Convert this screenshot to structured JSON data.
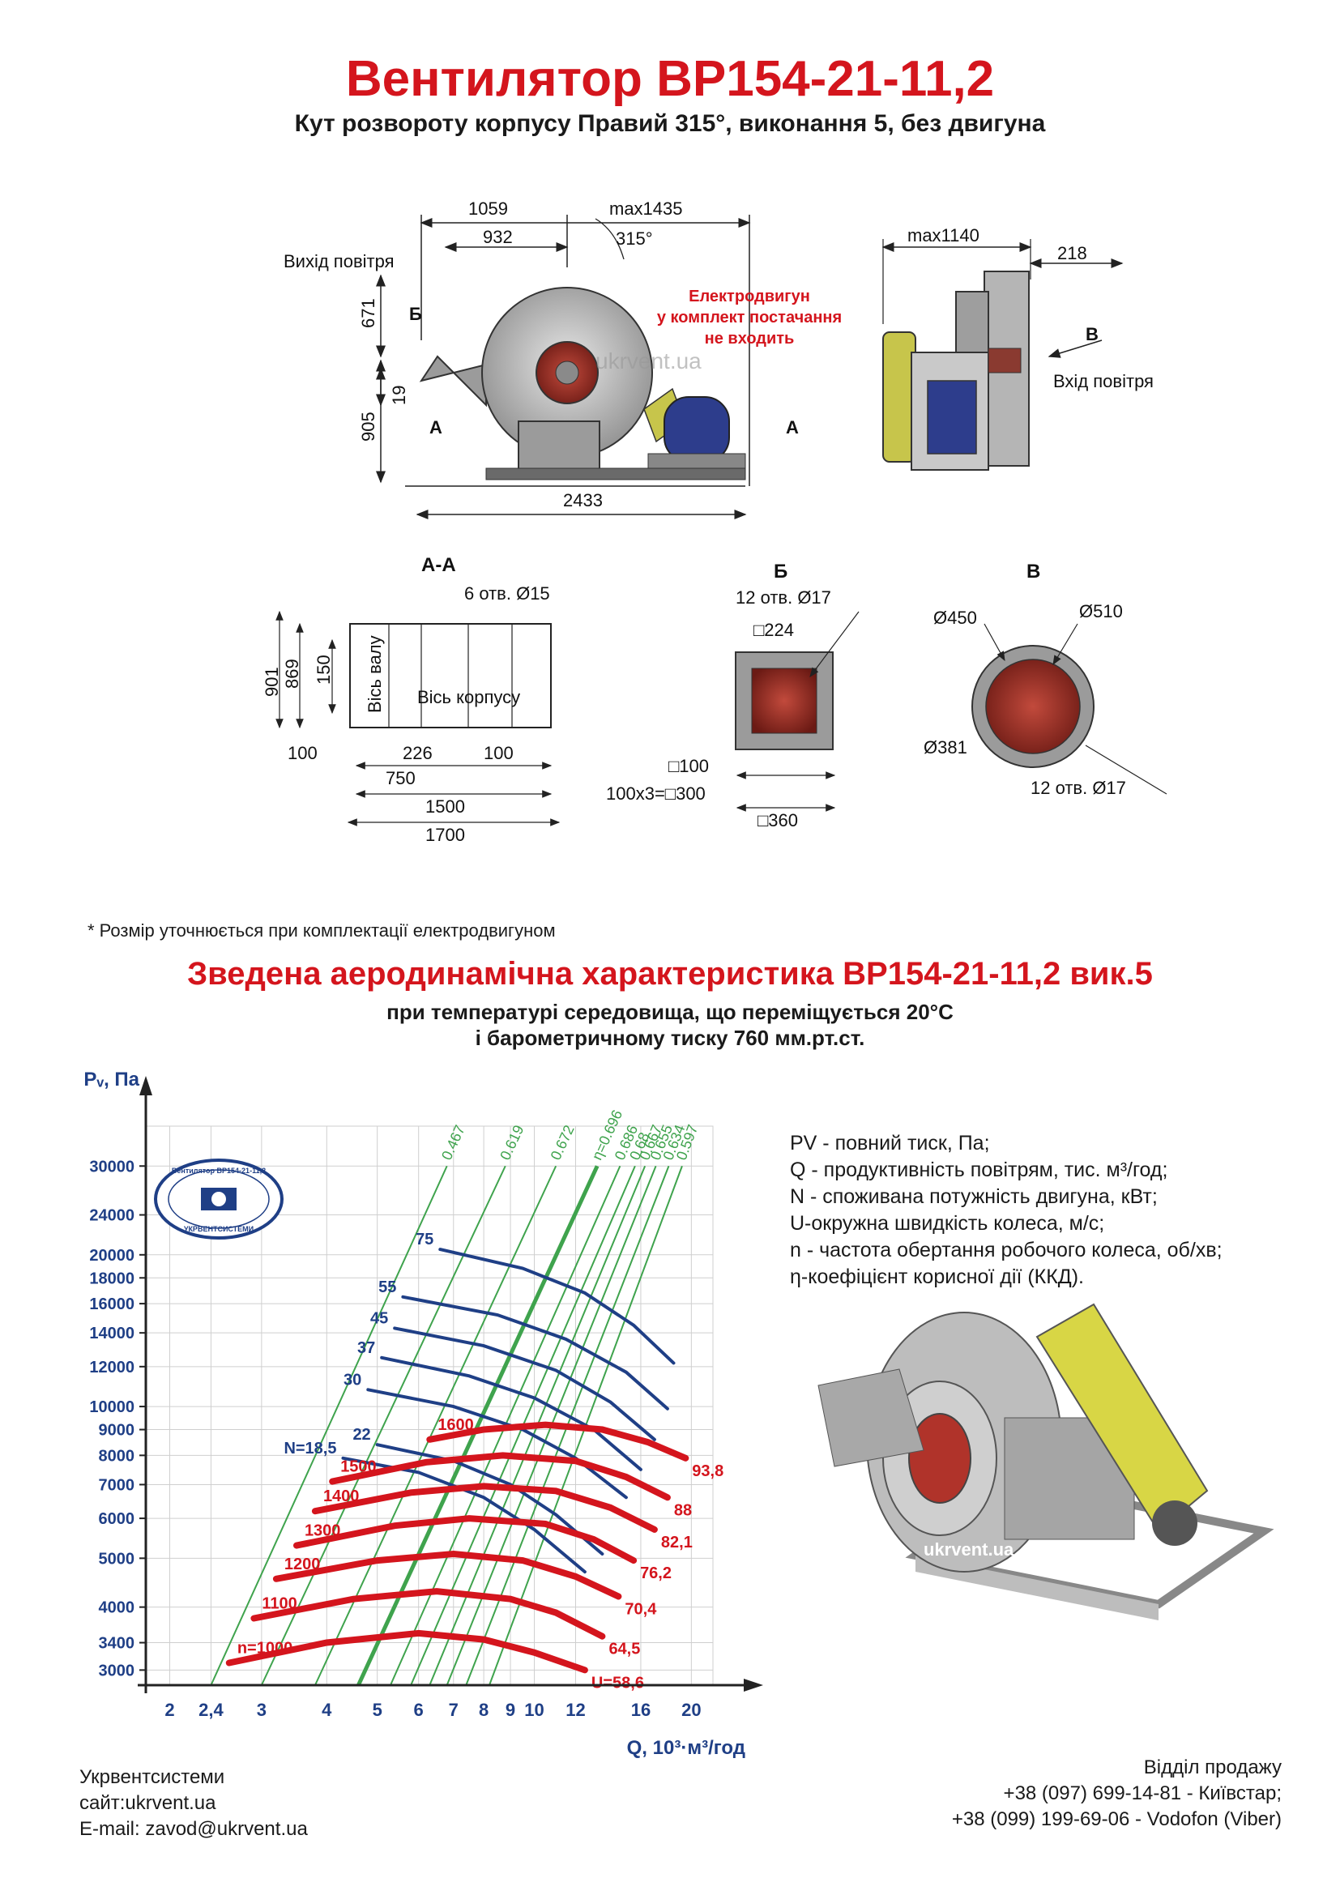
{
  "header": {
    "title": "Вентилятор ВР154-21-11,2",
    "subtitle": "Кут розвороту корпусу Правий 315°, виконання 5, без двигуна"
  },
  "drawing_main": {
    "dims": [
      "1059",
      "max1435",
      "932",
      "315°",
      "671",
      "19",
      "905",
      "2433"
    ],
    "labels": [
      "Вихід повітря",
      "Б",
      "А",
      "А"
    ],
    "motor_note": [
      "Електродвигун",
      "у комплект постачання",
      "не входить"
    ],
    "watermark": "ukrvent.ua"
  },
  "drawing_side": {
    "dims": [
      "max1140",
      "218"
    ],
    "labels": [
      "В",
      "Вхід повітря"
    ]
  },
  "section_aa": {
    "title": "А-А",
    "dims": [
      "6 отв. Ø15",
      "901",
      "869",
      "150",
      "100",
      "226",
      "100",
      "750",
      "1500",
      "1700"
    ],
    "axis_labels": [
      "Вісь валу",
      "Вісь корпусу"
    ]
  },
  "section_b": {
    "title": "Б",
    "dims": [
      "12 отв. Ø17",
      "□224",
      "□100",
      "100х3=□300",
      "□360"
    ]
  },
  "section_v": {
    "title": "В",
    "dims": [
      "Ø450",
      "Ø510",
      "Ø381",
      "12 отв. Ø17"
    ]
  },
  "footnote": "* Розмір уточнюється при комплектації електродвигуном",
  "chart_header": {
    "title": "Зведена аеродинамічна характеристика ВР154-21-11,2 вик.5",
    "line1": "при температурі середовища, що переміщується 20°С",
    "line2": "і барометричному тиску 760 мм.рт.ст."
  },
  "legend": [
    "PV - повний тиск, Па;",
    "Q - продуктивність повітрям, тис. м³/год;",
    "N - споживана потужність двигуна, кВт;",
    "U-окружна швидкість колеса, м/с;",
    "n - частота обертання робочого колеса, об/хв;",
    "η-коефіцієнт корисної дії (ККД)."
  ],
  "stamp": {
    "top": "Вентилятор ВР154-21-11,2",
    "bottom": "УКРВЕНТСИСТЕМИ"
  },
  "chart_data": {
    "type": "line",
    "xlabel": "Q, 10³·м³/год",
    "ylabel": "Pᵥ, Па",
    "xscale": "log",
    "yscale": "log",
    "xlim": [
      1.8,
      22
    ],
    "ylim": [
      2800,
      36000
    ],
    "xticks": [
      "2",
      "2,4",
      "3",
      "4",
      "5",
      "6",
      "7",
      "8",
      "9",
      "10",
      "12",
      "16",
      "20"
    ],
    "yticks": [
      "3000",
      "3400",
      "4000",
      "5000",
      "6000",
      "7000",
      "8000",
      "9000",
      "10000",
      "12000",
      "14000",
      "16000",
      "18000",
      "20000",
      "24000",
      "30000"
    ],
    "speed_curves": [
      {
        "label": "n=1000",
        "u_label": "U=58,6",
        "points": [
          [
            2.6,
            3100
          ],
          [
            4,
            3400
          ],
          [
            6,
            3550
          ],
          [
            8,
            3450
          ],
          [
            10,
            3250
          ],
          [
            12.5,
            3000
          ]
        ]
      },
      {
        "label": "1100",
        "u_label": "64,5",
        "points": [
          [
            2.9,
            3800
          ],
          [
            4.5,
            4150
          ],
          [
            6.5,
            4300
          ],
          [
            9,
            4150
          ],
          [
            11,
            3900
          ],
          [
            13.5,
            3500
          ]
        ]
      },
      {
        "label": "1200",
        "u_label": "70,4",
        "points": [
          [
            3.2,
            4550
          ],
          [
            5,
            4950
          ],
          [
            7,
            5100
          ],
          [
            9.5,
            4950
          ],
          [
            12,
            4600
          ],
          [
            14.5,
            4200
          ]
        ]
      },
      {
        "label": "1300",
        "u_label": "76,2",
        "points": [
          [
            3.5,
            5300
          ],
          [
            5.4,
            5800
          ],
          [
            7.5,
            6000
          ],
          [
            10.5,
            5850
          ],
          [
            13,
            5450
          ],
          [
            15.5,
            4950
          ]
        ]
      },
      {
        "label": "1400",
        "u_label": "82,1",
        "points": [
          [
            3.8,
            6200
          ],
          [
            5.8,
            6750
          ],
          [
            8,
            6950
          ],
          [
            11,
            6800
          ],
          [
            14,
            6300
          ],
          [
            17,
            5700
          ]
        ]
      },
      {
        "label": "1500",
        "u_label": "88",
        "points": [
          [
            4.1,
            7100
          ],
          [
            6.2,
            7750
          ],
          [
            8.7,
            8000
          ],
          [
            12,
            7800
          ],
          [
            15,
            7250
          ],
          [
            18,
            6600
          ]
        ]
      },
      {
        "label": "1600",
        "u_label": "93,8",
        "points": [
          [
            6.3,
            8600
          ],
          [
            8,
            9000
          ],
          [
            10.5,
            9200
          ],
          [
            13.5,
            9000
          ],
          [
            16.5,
            8500
          ],
          [
            19.5,
            7900
          ]
        ]
      }
    ],
    "power_curves": [
      {
        "label": "N=18,5",
        "points": [
          [
            4.3,
            7900
          ],
          [
            6,
            7400
          ],
          [
            8,
            6600
          ],
          [
            10,
            5700
          ],
          [
            12.5,
            4700
          ]
        ]
      },
      {
        "label": "22",
        "points": [
          [
            5,
            8400
          ],
          [
            7,
            7800
          ],
          [
            9,
            7000
          ],
          [
            11,
            6100
          ],
          [
            13.5,
            5100
          ]
        ]
      },
      {
        "label": "30",
        "points": [
          [
            4.8,
            10800
          ],
          [
            7,
            10000
          ],
          [
            9.5,
            9000
          ],
          [
            12,
            7900
          ],
          [
            15,
            6600
          ]
        ]
      },
      {
        "label": "37",
        "points": [
          [
            5.1,
            12500
          ],
          [
            7.5,
            11500
          ],
          [
            10,
            10400
          ],
          [
            13,
            9000
          ],
          [
            16,
            7500
          ]
        ]
      },
      {
        "label": "45",
        "points": [
          [
            5.4,
            14300
          ],
          [
            8,
            13200
          ],
          [
            11,
            11800
          ],
          [
            14,
            10200
          ],
          [
            17,
            8600
          ]
        ]
      },
      {
        "label": "55",
        "points": [
          [
            5.6,
            16500
          ],
          [
            8.5,
            15200
          ],
          [
            11.5,
            13600
          ],
          [
            15,
            11700
          ],
          [
            18,
            9900
          ]
        ]
      },
      {
        "label": "75",
        "points": [
          [
            6.6,
            20500
          ],
          [
            9.5,
            18800
          ],
          [
            12.5,
            16800
          ],
          [
            15.5,
            14500
          ],
          [
            18.5,
            12200
          ]
        ]
      }
    ],
    "efficiency_lines": [
      {
        "label": "0.467",
        "q0": 2.4,
        "q1": 6.8
      },
      {
        "label": "0.619",
        "q0": 3.0,
        "q1": 8.8
      },
      {
        "label": "0.672",
        "q0": 3.8,
        "q1": 11.0
      },
      {
        "label": "η=0.696",
        "q0": 4.6,
        "q1": 13.2
      },
      {
        "label": "0.686",
        "q0": 5.3,
        "q1": 14.6
      },
      {
        "label": "0.68",
        "q0": 5.8,
        "q1": 15.6
      },
      {
        "label": "0.667",
        "q0": 6.3,
        "q1": 16.3
      },
      {
        "label": "0.655",
        "q0": 6.8,
        "q1": 17.1
      },
      {
        "label": "0.634",
        "q0": 7.4,
        "q1": 18.1
      },
      {
        "label": "0.597",
        "q0": 8.2,
        "q1": 19.2
      }
    ]
  },
  "footer": {
    "company": "Укрвентсистеми",
    "site": "сайт:ukrvent.ua",
    "email": "E-mail: zavod@ukrvent.ua",
    "sales_title": "Відділ продажу",
    "phone1": "+38 (097) 699-14-81 - Київстар;",
    "phone2": "+38 (099) 199-69-06 - Vodofon (Viber)"
  },
  "colors": {
    "red": "#d4151d",
    "blue": "#1f3f86",
    "green": "#3fa34d",
    "grid": "#cfcfcf"
  }
}
